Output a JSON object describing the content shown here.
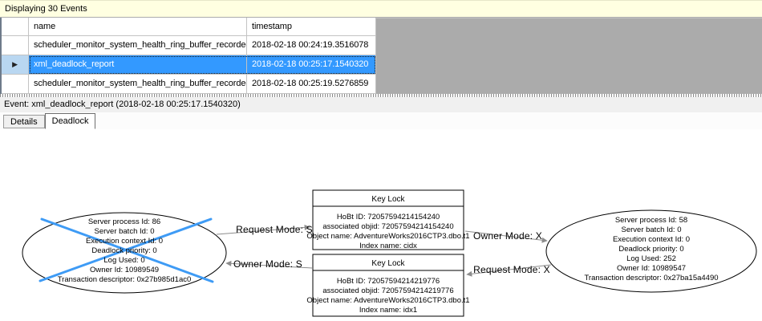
{
  "info_bar": {
    "text": "Displaying 30 Events"
  },
  "table": {
    "columns": [
      {
        "label": "name"
      },
      {
        "label": "timestamp"
      }
    ],
    "selector_icon": "▶",
    "rows": [
      {
        "name": "scheduler_monitor_system_health_ring_buffer_recorded",
        "timestamp": "2018-02-18 00:24:19.3516078",
        "selected": false
      },
      {
        "name": "xml_deadlock_report",
        "timestamp": "2018-02-18 00:25:17.1540320",
        "selected": true
      },
      {
        "name": "scheduler_monitor_system_health_ring_buffer_recorded",
        "timestamp": "2018-02-18 00:25:19.5276859",
        "selected": false
      }
    ]
  },
  "event_bar": {
    "text": "Event: xml_deadlock_report (2018-02-18 00:25:17.1540320)"
  },
  "tabs": [
    {
      "label": "Details",
      "active": false
    },
    {
      "label": "Deadlock",
      "active": true
    }
  ],
  "deadlock_graph": {
    "processes": [
      {
        "id": "process-left",
        "victim": true,
        "lines": [
          "Server process Id: 86",
          "Server batch Id: 0",
          "Execution context Id: 0",
          "Deadlock priority: 0",
          "Log Used: 0",
          "Owner Id: 10989549",
          "Transaction descriptor: 0x27b985d1ac0"
        ]
      },
      {
        "id": "process-right",
        "victim": false,
        "lines": [
          "Server process Id: 58",
          "Server batch Id: 0",
          "Execution context Id: 0",
          "Deadlock priority: 0",
          "Log Used: 252",
          "Owner Id: 10989547",
          "Transaction descriptor: 0x27ba15a4490"
        ]
      }
    ],
    "resources": [
      {
        "id": "lock-top",
        "title": "Key Lock",
        "lines": [
          "HoBt ID: 72057594214154240",
          "associated objid: 72057594214154240",
          "Object name: AdventureWorks2016CTP3.dbo.t1",
          "Index name: cidx"
        ]
      },
      {
        "id": "lock-bottom",
        "title": "Key Lock",
        "lines": [
          "HoBt ID: 72057594214219776",
          "associated objid: 72057594214219776",
          "Object name: AdventureWorks2016CTP3.dbo.t1",
          "Index name: idx1"
        ]
      }
    ],
    "edges": [
      {
        "label": "Request Mode: S",
        "from": "process-left",
        "to": "lock-top"
      },
      {
        "label": "Owner Mode: X",
        "from": "lock-top",
        "to": "process-right"
      },
      {
        "label": "Owner Mode: S",
        "from": "lock-bottom",
        "to": "process-left"
      },
      {
        "label": "Request Mode: X",
        "from": "process-right",
        "to": "lock-bottom"
      }
    ]
  },
  "colors": {
    "accent": "#3399FF",
    "victim-x": "#3E9BF5",
    "info-bar-bg": "#FFFFE1",
    "grid-filler": "#ABABAB",
    "selected-rowheader": "#B9D7F1"
  }
}
